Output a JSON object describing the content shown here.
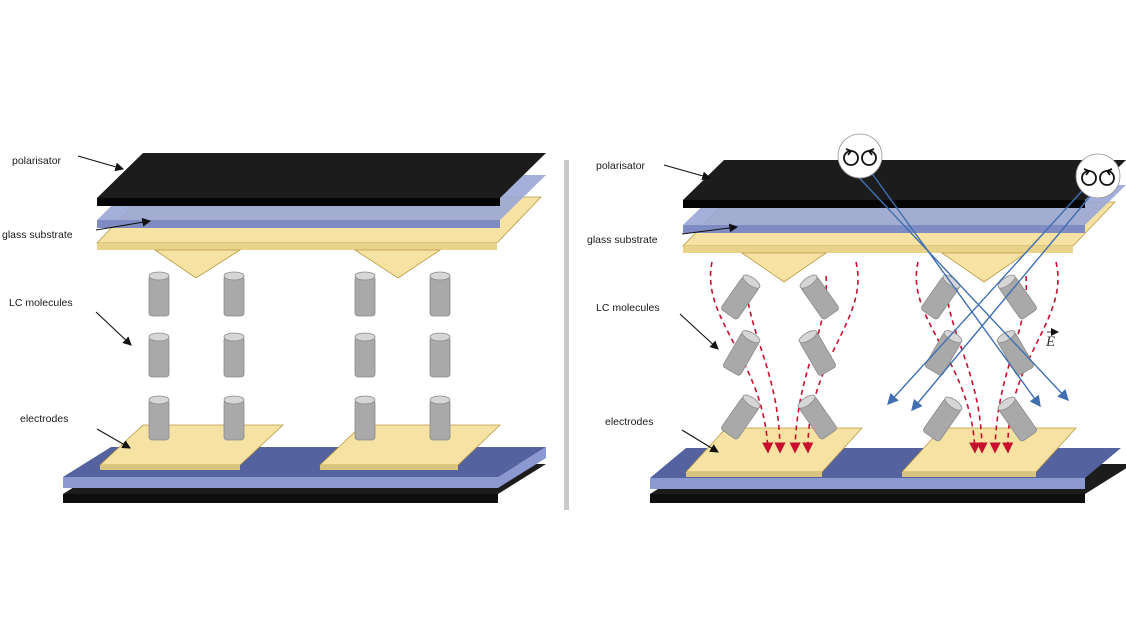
{
  "left_panel": {
    "labels": {
      "polarisator": "polarisator",
      "glass_substrate": "glass substrate",
      "lc_molecules": "LC molecules",
      "electrodes": "electrodes"
    }
  },
  "right_panel": {
    "labels": {
      "polarisator": "polarisator",
      "glass_substrate": "glass substrate",
      "lc_molecules": "LC molecules",
      "electrodes": "electrodes"
    },
    "field_label": "E"
  },
  "colors": {
    "polarizer": "#1c1c1c",
    "glass": "#9aa6d6",
    "glass_dark": "#4a5590",
    "electrode": "#f6e3a3",
    "electrode_edge": "#b79a45",
    "molecule": "#a9a9a9",
    "field_lines": "#c8102e",
    "light_rays": "#3f6fb0",
    "divider": "#c9c9c9"
  }
}
